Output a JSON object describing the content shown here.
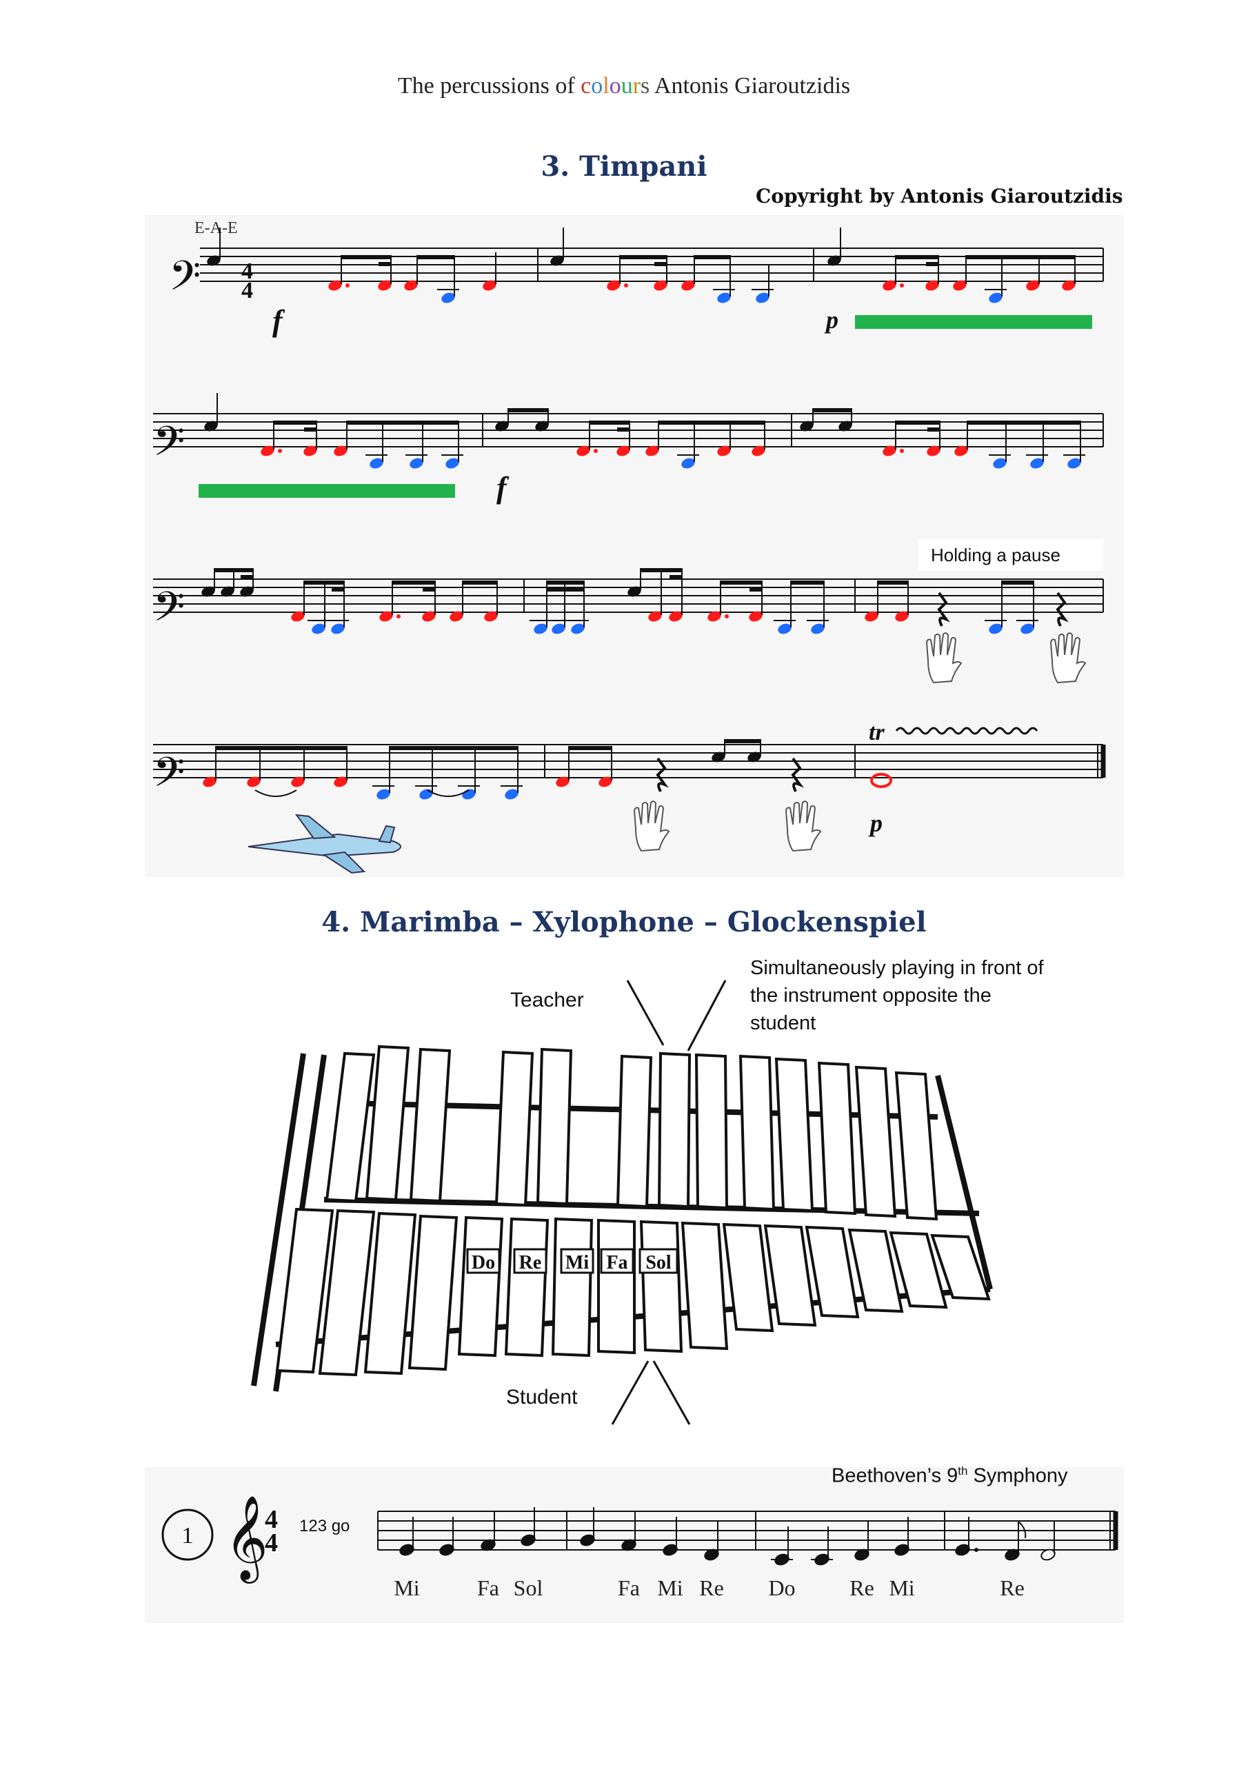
{
  "header": {
    "prefix": "The percussions of ",
    "colour_letters": [
      "c",
      "o",
      "l",
      "o",
      "u",
      "r",
      "s"
    ],
    "suffix": " Antonis Giaroutzidis"
  },
  "timpani": {
    "title": "3. Timpani",
    "copyright": "Copyright by Antonis Giaroutzidis",
    "tuning": "E-A-E",
    "time_signature": "4/4",
    "dynamics": [
      "f",
      "p",
      "f",
      "p"
    ],
    "pause_label": "Holding a pause",
    "trill": "tr",
    "note_colors": {
      "A": "#ff1a1a",
      "E_low": "#1e6bff",
      "E_high": "#111111"
    }
  },
  "marimba": {
    "title": "4. Marimba – Xylophone – Glockenspiel",
    "teacher_label": "Teacher",
    "simultaneous_note": "Simultaneously playing in front of the instrument opposite the student",
    "student_label": "Student",
    "bar_labels": [
      "Do",
      "Re",
      "Mi",
      "Fa",
      "Sol"
    ]
  },
  "beethoven": {
    "exercise_number": "1",
    "title_main": "Beethoven’s 9",
    "title_sup": "th",
    "title_end": " Symphony",
    "count_in": "123 go",
    "time_signature": "4/4",
    "solfege": [
      "Mi",
      "Fa",
      "Sol",
      "Fa",
      "Mi",
      "Re",
      "Do",
      "Re",
      "Mi",
      "Re"
    ]
  }
}
